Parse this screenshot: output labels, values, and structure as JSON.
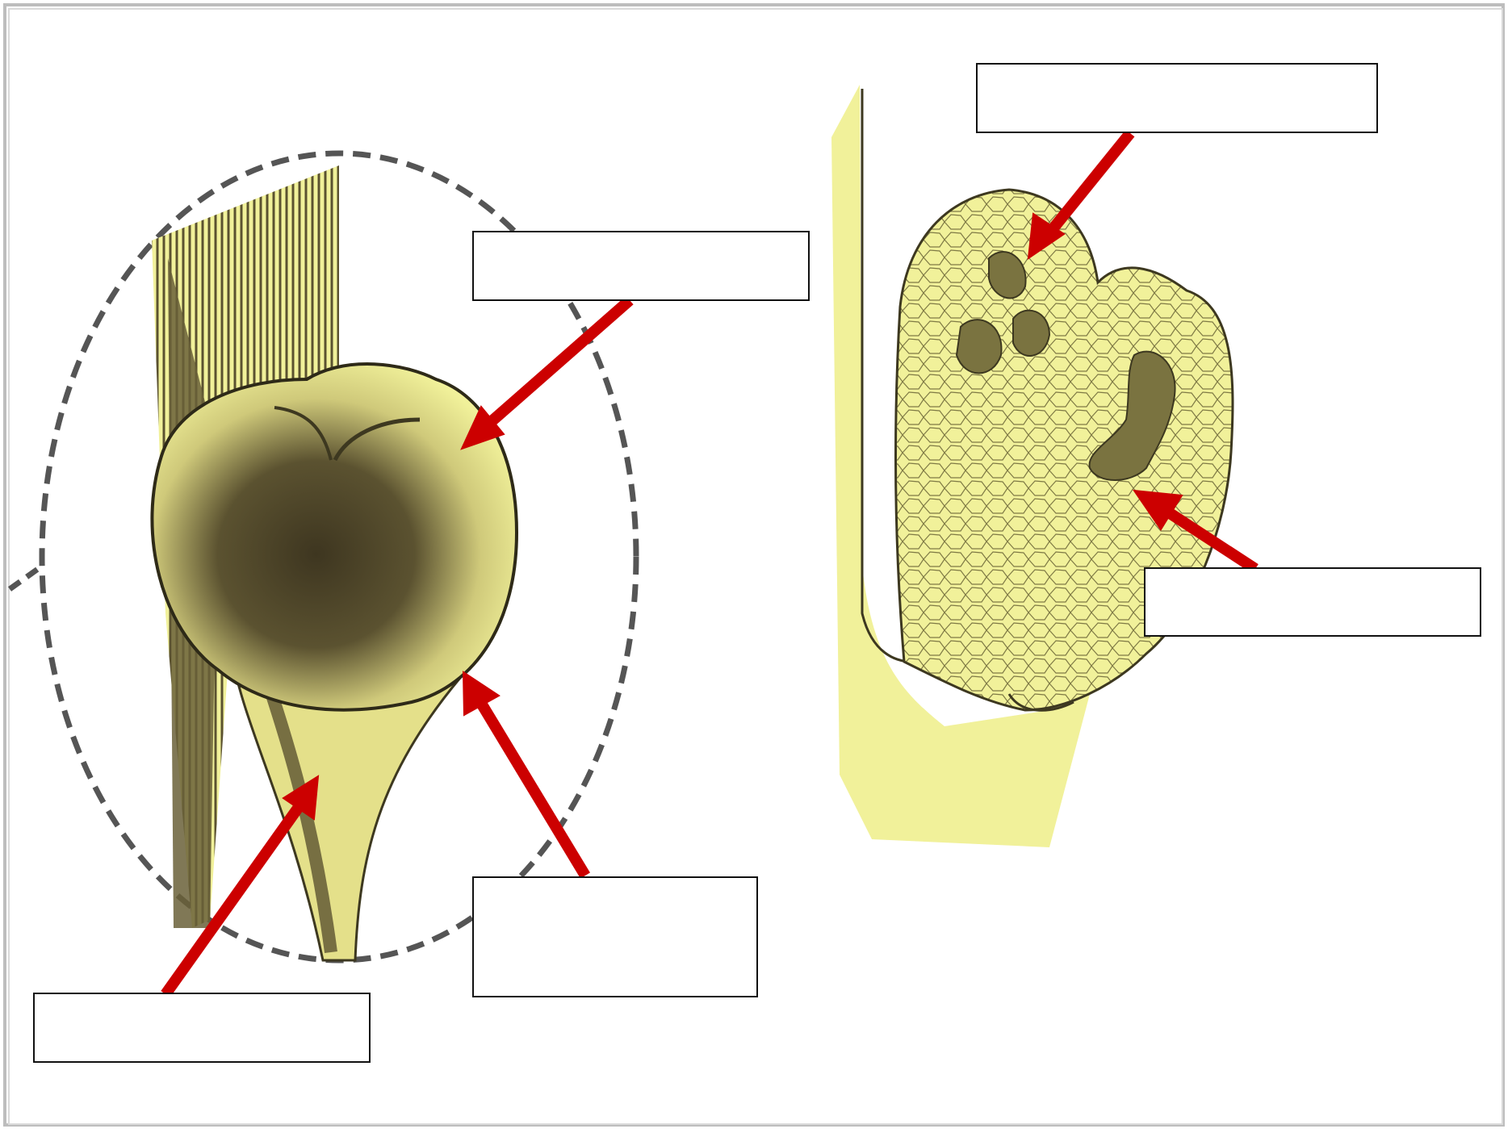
{
  "diagram": {
    "left_figure": "external-view",
    "right_figure": "cross-section-view",
    "labels": [
      {
        "id": "label-top-right",
        "text": ""
      },
      {
        "id": "label-middle-left-figure",
        "text": ""
      },
      {
        "id": "label-right-section",
        "text": ""
      },
      {
        "id": "label-bottom-middle",
        "text": ""
      },
      {
        "id": "label-bottom-left",
        "text": ""
      }
    ]
  },
  "colors": {
    "tissue_yellow": "#F1F19A",
    "tissue_dark": "#5B5230",
    "arrow_red": "#CC0000",
    "dashed_outline": "#555555"
  }
}
